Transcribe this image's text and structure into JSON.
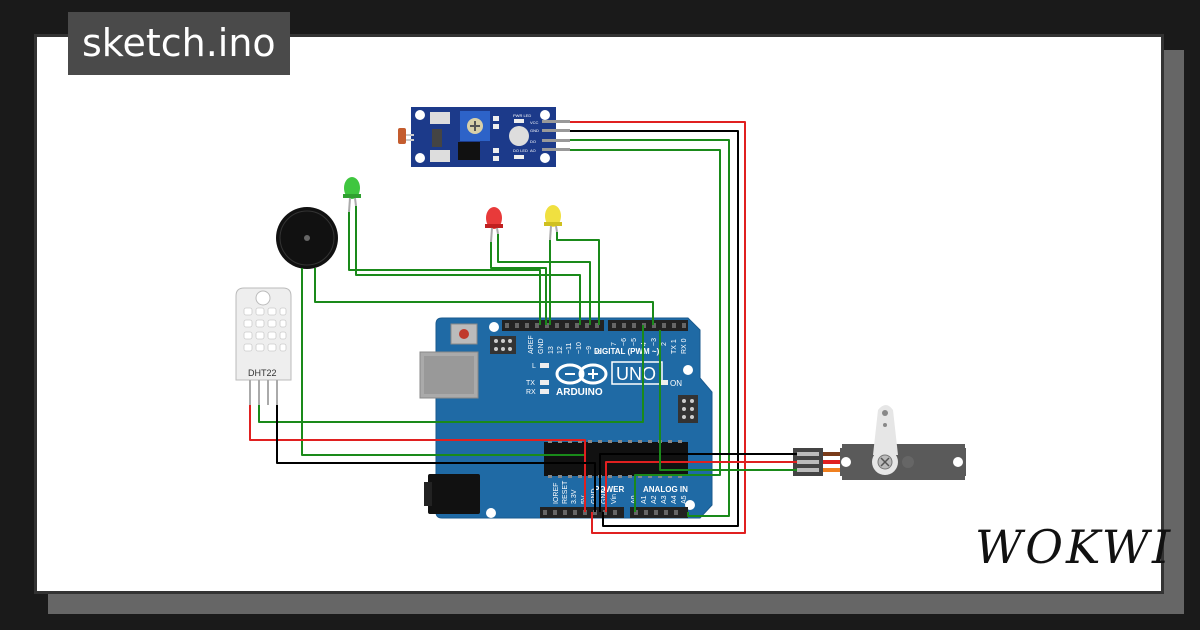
{
  "header": {
    "file_name": "sketch.ino"
  },
  "brand": {
    "name": "WOKWI"
  },
  "colors": {
    "board": "#1f6aa5",
    "sensor_board": "#1c3a8a",
    "wire_red": "#e02020",
    "wire_black": "#000000",
    "wire_green": "#1a8a1a",
    "servo_body": "#5a5a5a"
  },
  "components": {
    "arduino": {
      "model": "UNO",
      "brand": "ARDUINO",
      "digital_label": "DIGITAL (PWM ~)",
      "analog_label": "ANALOG IN",
      "power_label": "POWER",
      "on_label": "ON",
      "l_label": "L",
      "tx_label": "TX",
      "rx_label": "RX",
      "digital_pins": [
        "AREF",
        "GND",
        "13",
        "12",
        "~11",
        "~10",
        "~9",
        "8",
        "7",
        "~6",
        "~5",
        "4",
        "~3",
        "2",
        "TX 1",
        "RX 0"
      ],
      "power_pins": [
        "IOREF",
        "RESET",
        "3.3V",
        "5V",
        "GND",
        "GND",
        "Vin"
      ],
      "analog_pins": [
        "A0",
        "A1",
        "A2",
        "A3",
        "A4",
        "A5"
      ]
    },
    "dht": {
      "label": "DHT22"
    },
    "ldr_module": {
      "pins": [
        "VCC",
        "GND",
        "DO",
        "AO"
      ],
      "pwr_led": "PWR LED",
      "do_led": "DO LED"
    }
  }
}
